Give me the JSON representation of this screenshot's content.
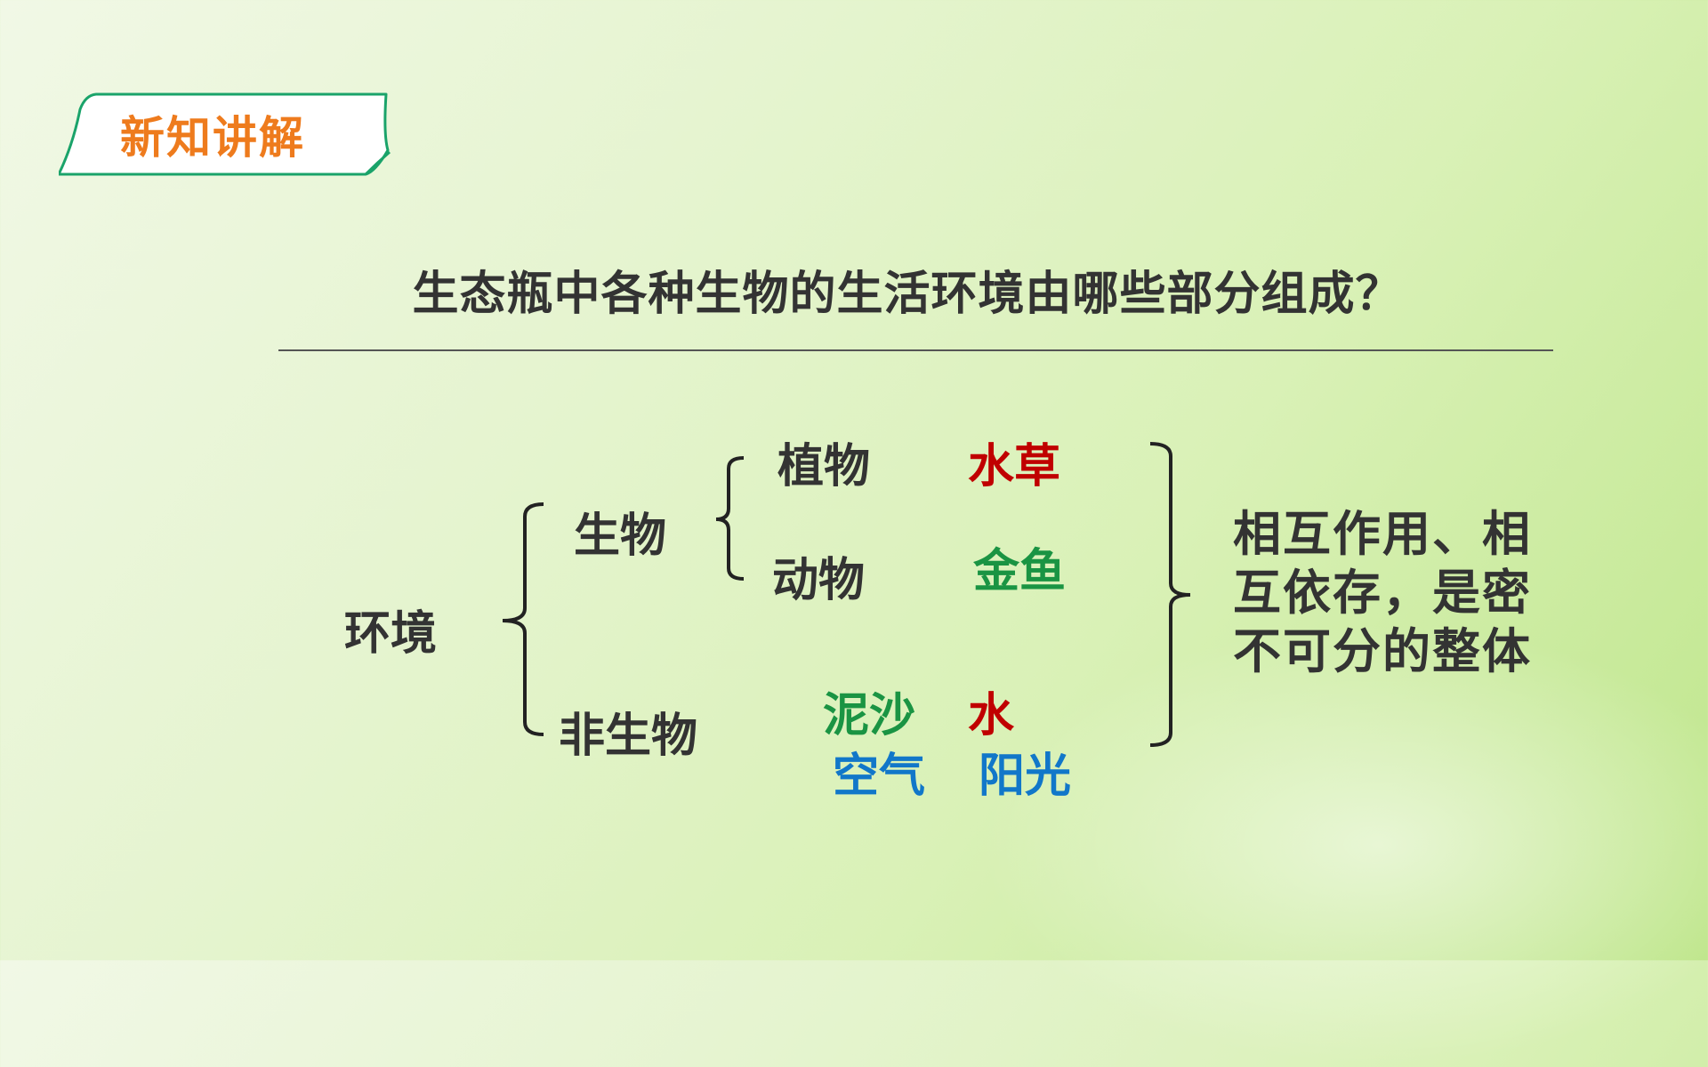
{
  "badge": {
    "label": "新知讲解"
  },
  "question": "生态瓶中各种生物的生活环境由哪些部分组成？",
  "diagram": {
    "root": "环境",
    "living": {
      "label": "生物",
      "plants": {
        "label": "植物",
        "example": "水草"
      },
      "animals": {
        "label": "动物",
        "example": "金鱼"
      }
    },
    "nonliving": {
      "label": "非生物",
      "items": [
        "泥沙",
        "水",
        "空气",
        "阳光"
      ]
    },
    "conclusion": "相互作用、相互依存，是密不可分的整体"
  },
  "colors": {
    "badge_text": "#ee7b1d",
    "badge_border": "#1aa36a",
    "red": "#c00000",
    "green": "#1a9443",
    "blue": "#1177c9",
    "dark_text": "#333333"
  }
}
